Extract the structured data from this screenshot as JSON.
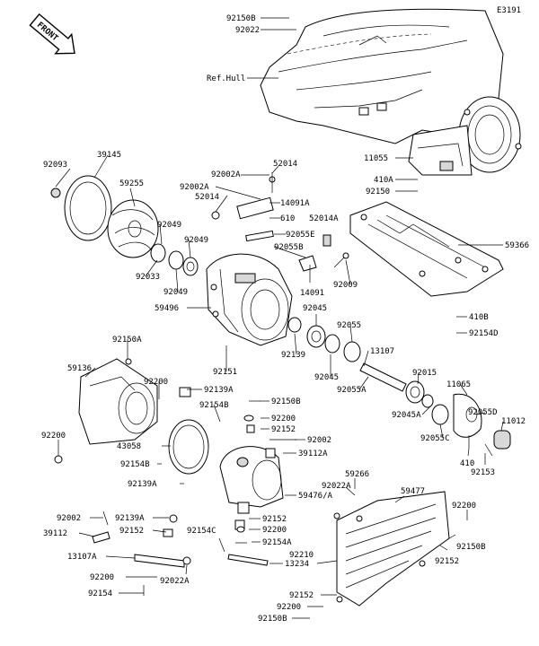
{
  "diagram_code": "E3191",
  "front_label": "FRONT",
  "ref_hull": "Ref.Hull",
  "labels": {
    "p92150B_top": "92150B",
    "p92022_top": "92022",
    "p11055": "11055",
    "p410A": "410A",
    "p92150_r": "92150",
    "p59366": "59366",
    "p410B": "410B",
    "p92154D": "92154D",
    "p92093": "92093",
    "p39145": "39145",
    "p59255": "59255",
    "p92002A_1": "92002A",
    "p52014_1": "52014",
    "p92002A_2": "92002A",
    "p14091A": "14091A",
    "p52014_2": "52014",
    "p610": "610",
    "p52014A": "52014A",
    "p92049_1": "92049",
    "p92055E": "92055E",
    "p92049_2": "92049",
    "p92055B": "92055B",
    "p92033": "92033",
    "p92049_3": "92049",
    "p14091": "14091",
    "p92009": "92009",
    "p92045_1": "92045",
    "p92055": "92055",
    "p59496": "59496",
    "p92139": "92139",
    "p13107": "13107",
    "p92045_2": "92045",
    "p92055A": "92055A",
    "p92150A": "92150A",
    "p92151": "92151",
    "p92015": "92015",
    "p11065": "11065",
    "p59136": "59136",
    "p92200_1": "92200",
    "p92139A_1": "92139A",
    "p92150B_mid": "92150B",
    "p92154B": "92154B",
    "p92200_2": "92200",
    "p92152_1": "92152",
    "p92045A": "92045A",
    "p92055D": "92055D",
    "p11012": "11012",
    "p92200_3": "92200",
    "p43058": "43058",
    "p92002_1": "92002",
    "p92055C": "92055C",
    "p39112A": "39112A",
    "p410": "410",
    "p92153": "92153",
    "p92154B_2": "92154B",
    "p59266": "59266",
    "p92139A_2": "92139A",
    "p92022A_1": "92022A",
    "p59477": "59477",
    "p59476A": "59476/A",
    "p92002_2": "92002",
    "p92139A_3": "92139A",
    "p92152_2": "92152",
    "p92200_4": "92200",
    "p39112": "39112",
    "p92152_3": "92152",
    "p92154C": "92154C",
    "p92200_5": "92200",
    "p92150B_r": "92150B",
    "p92154A": "92154A",
    "p13107A": "13107A",
    "p13234": "13234",
    "p92210": "92210",
    "p92152_4": "92152",
    "p92200_6": "92200",
    "p92022A_2": "92022A",
    "p92154": "92154",
    "p92152_5": "92152",
    "p92200_7": "92200",
    "p92150B_bot": "92150B"
  }
}
